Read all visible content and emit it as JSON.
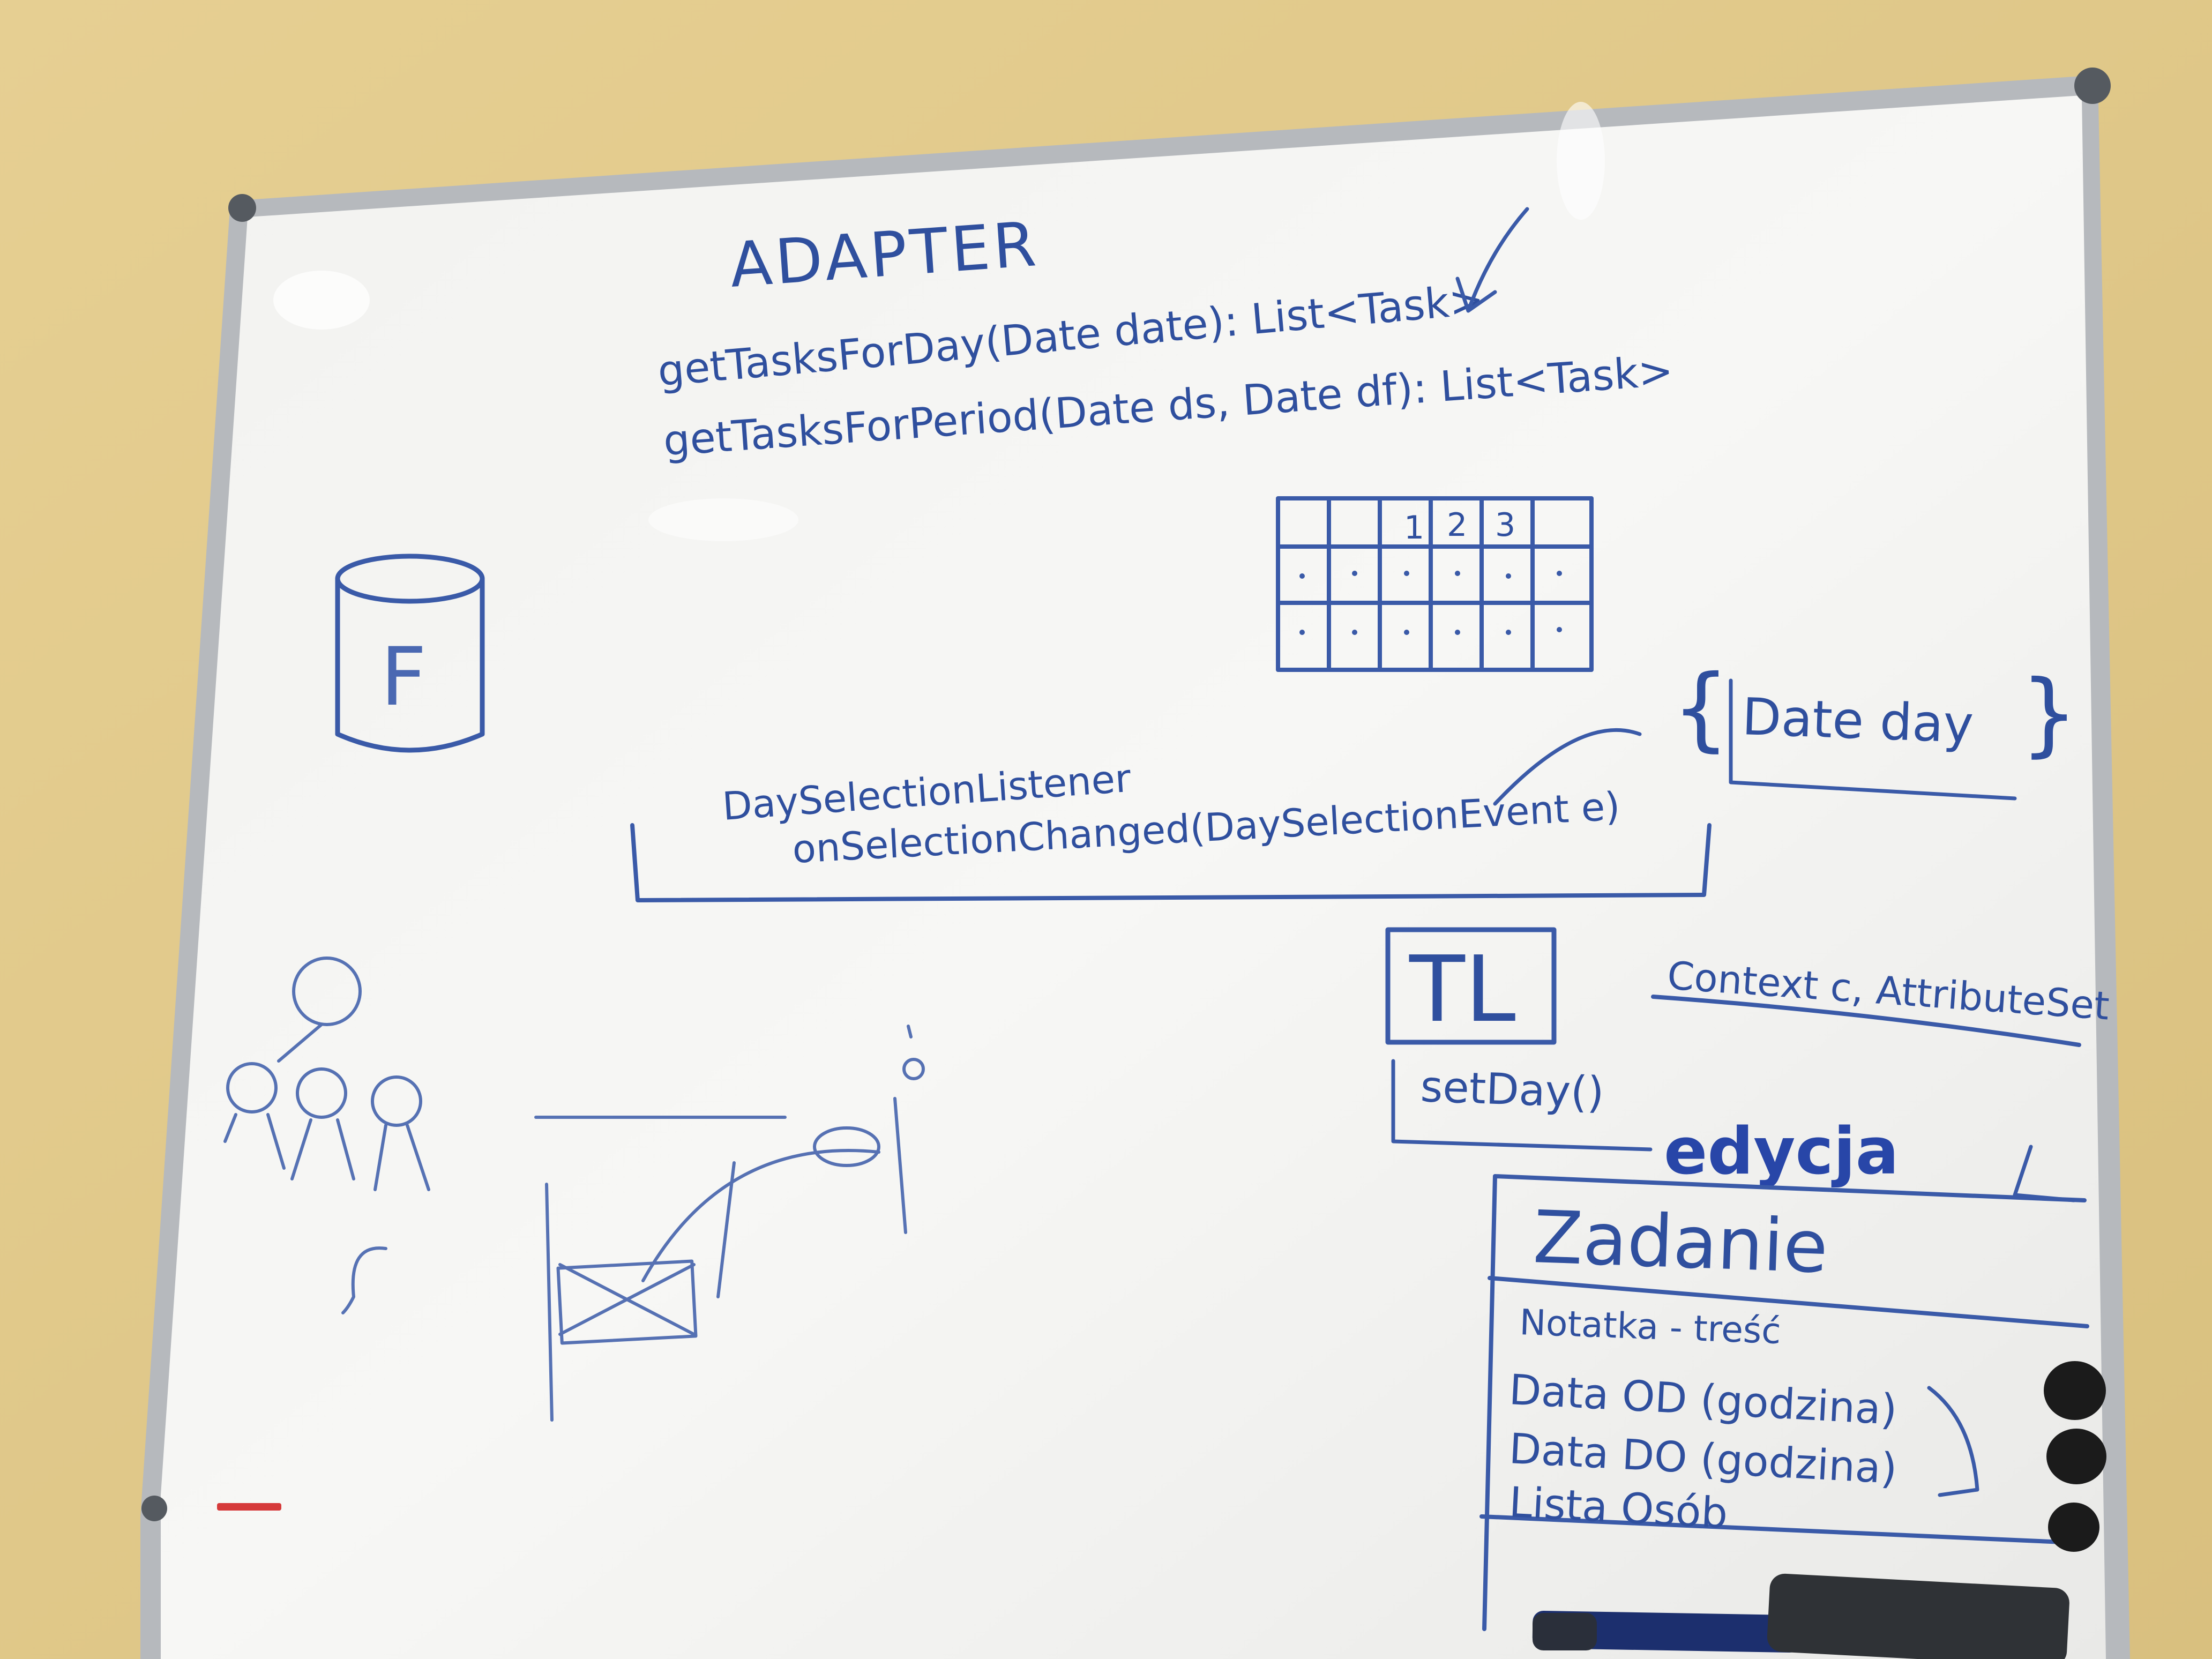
{
  "whiteboard": {
    "title": "ADAPTER",
    "method_1": "getTasksForDay(Date date): List<Task>",
    "method_2": "getTasksForPeriod(Date ds, Date df): List<Task>",
    "calendar_numbers": [
      "1",
      "2",
      "3"
    ],
    "database_label": "F",
    "listener_name": "DaySelectionListener",
    "listener_method": "onSelectionChanged(DaySelectionEvent e)",
    "brace_content": "Date day",
    "tl_label": "TL",
    "constructor_params": "Context c, AttributeSet",
    "set_day": "setDay()",
    "edycja": "edycja",
    "entity_title": "Zadanie",
    "entity_fields": [
      "Notatka - treść",
      "Data OD (godzina)",
      "Data DO (godzina)",
      "Lista Osób"
    ]
  },
  "colors": {
    "wall": "#e3cc8e",
    "board": "#f4f4f2",
    "frame": "#b9bcc0",
    "ink": "#2f4f9e",
    "magnet": "#1a1a1a"
  }
}
